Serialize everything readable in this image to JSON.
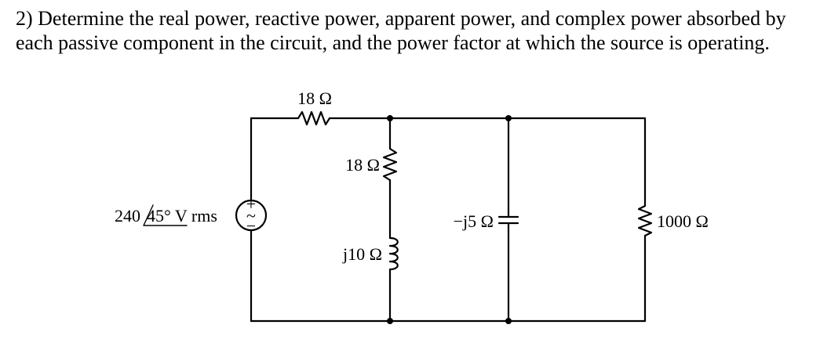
{
  "problem": {
    "text": "2) Determine the real power, reactive power, apparent power, and complex power absorbed by each passive component in the circuit, and the power factor at which the source is operating."
  },
  "circuit": {
    "source": {
      "magnitude": "240",
      "angle": "45° V rms",
      "plus_sign": "+",
      "minus_sign": "−",
      "ac_symbol": "~"
    },
    "series_resistor": {
      "label": "18 Ω"
    },
    "branch_resistor": {
      "label": "18 Ω"
    },
    "branch_inductor": {
      "label": "j10 Ω"
    },
    "capacitor": {
      "label": "−j5 Ω"
    },
    "load_resistor": {
      "label": "1000 Ω"
    }
  }
}
